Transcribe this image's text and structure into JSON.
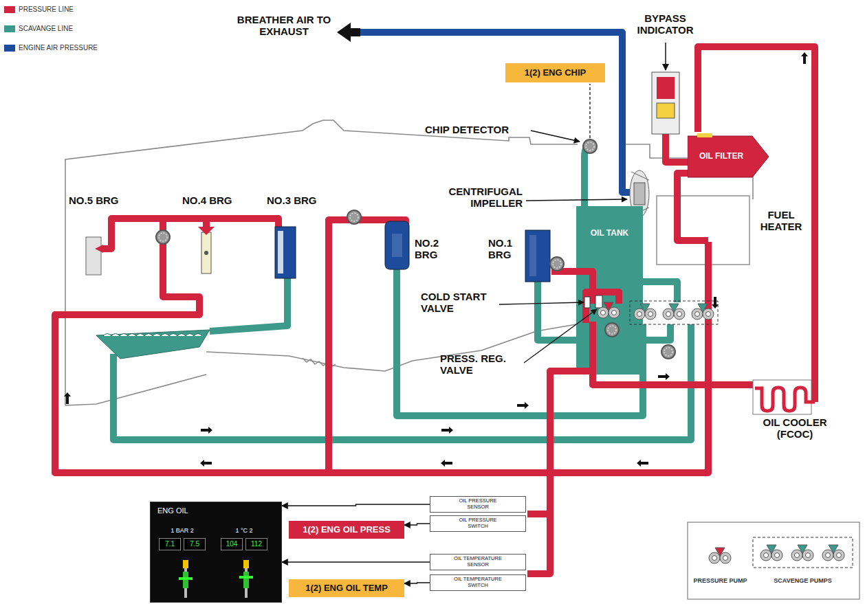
{
  "diagram": {
    "nodes": [
      {
        "text": [
          "1(2) ENG CHIP"
        ]
      },
      {
        "text": [
          "OIL FILTER"
        ]
      },
      {
        "text": [
          "OIL TANK"
        ]
      },
      {
        "text": [
          "OIL PRESSURE SENSOR"
        ]
      },
      {
        "text": [
          "OIL PRESSURE SWITCH"
        ]
      },
      {
        "text": [
          "OIL TEMPERATURE SENSOR"
        ]
      },
      {
        "text": [
          "OIL TEMPERATURE SWITCH"
        ]
      },
      {
        "text": [
          "ENG OIL",
          "1 BAR 2",
          "1 °C 2"
        ]
      },
      {
        "text": [
          "7.1"
        ],
        "in": 7
      },
      {
        "text": [
          "7.5"
        ],
        "in": 7
      },
      {
        "text": [
          "104"
        ],
        "in": 7
      },
      {
        "text": [
          "112"
        ],
        "in": 7
      },
      {
        "text": [
          "1(2) ENG OIL PRESS"
        ]
      },
      {
        "text": [
          "1(2) ENG OIL TEMP"
        ]
      }
    ],
    "edges": [
      {
        "from": 3,
        "to": 7,
        "arrow": "to"
      },
      {
        "from": 4,
        "to": 12,
        "arrow": "to"
      },
      {
        "from": 5,
        "to": 7,
        "arrow": "to"
      },
      {
        "from": 6,
        "to": 13,
        "arrow": "to"
      }
    ],
    "labels": [
      "BREATHER AIR TO EXHAUST",
      "BYPASS INDICATOR",
      "CHIP DETECTOR",
      "CENTRIFUGAL IMPELLER",
      "FUEL HEATER",
      "NO.5 BRG",
      "NO.4 BRG",
      "NO.3 BRG",
      "NO.2 BRG",
      "NO.1 BRG",
      "COLD START VALVE",
      "PRESS. REG. VALVE",
      "OIL COOLER (FCOC)"
    ],
    "legend": [
      {
        "text": "PRESSURE LINE",
        "color": "#d2233f"
      },
      {
        "text": "SCAVANGE LINE",
        "color": "#3d9a8b"
      },
      {
        "text": "ENGINE AIR PRESSURE",
        "color": "#1d4c9c"
      },
      {
        "text": "PRESSURE PUMP"
      },
      {
        "text": "SCAVENGE PUMPS"
      }
    ]
  }
}
